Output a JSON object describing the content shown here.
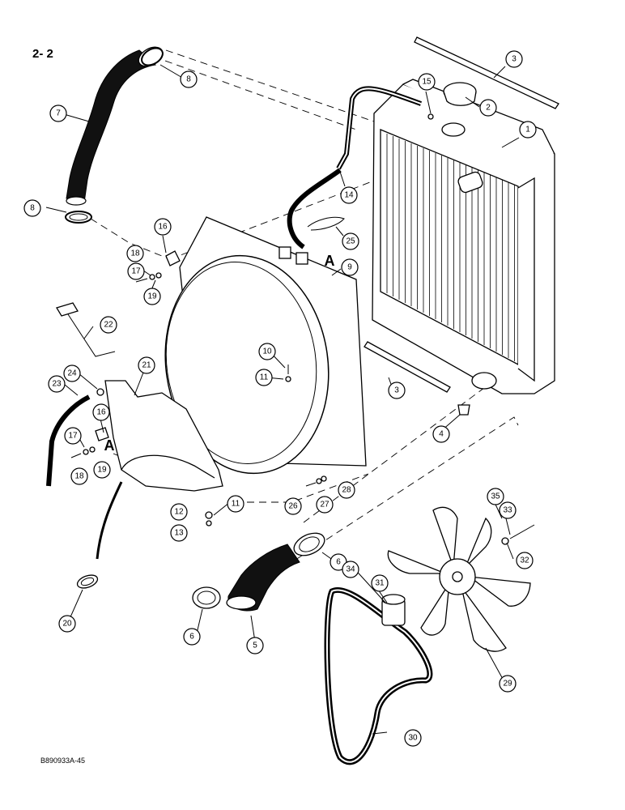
{
  "page_number": "2- 2",
  "document_code": "B890933A-45",
  "reference_letter": "A",
  "callouts": [
    "1",
    "2",
    "3",
    "3",
    "4",
    "5",
    "6",
    "6",
    "7",
    "8",
    "8",
    "9",
    "10",
    "11",
    "11",
    "12",
    "13",
    "14",
    "15",
    "16",
    "16",
    "17",
    "17",
    "18",
    "18",
    "19",
    "19",
    "20",
    "21",
    "22",
    "23",
    "24",
    "25",
    "26",
    "27",
    "28",
    "29",
    "30",
    "31",
    "32",
    "33",
    "34",
    "35"
  ]
}
